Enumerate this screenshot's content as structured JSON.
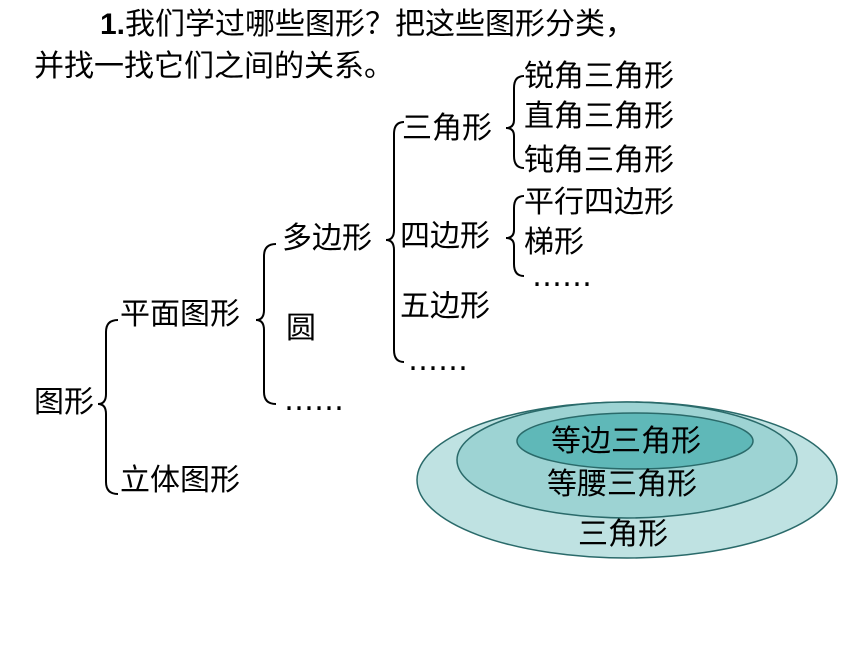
{
  "question": {
    "number": "1.",
    "line1": "我们学过哪些图形？把这些图形分类，",
    "line2": "并找一找它们之间的关系。"
  },
  "tree": {
    "root": "图形",
    "plane": "平面图形",
    "solid": "立体图形",
    "polygon": "多边形",
    "circle": "圆",
    "plane_more": "……",
    "triangle": "三角形",
    "quadrilateral": "四边形",
    "pentagon": "五边形",
    "polygon_more": "……",
    "acute_triangle": "锐角三角形",
    "right_triangle": "直角三角形",
    "obtuse_triangle": "钝角三角形",
    "parallelogram": "平行四边形",
    "trapezoid": "梯形",
    "quad_more": "……"
  },
  "venn": {
    "outer_label": "三角形",
    "middle_label": "等腰三角形",
    "inner_label": "等边三角形",
    "outer_color": "#bfe2e2",
    "middle_color": "#9dd3d3",
    "inner_color": "#5fb8b8"
  }
}
